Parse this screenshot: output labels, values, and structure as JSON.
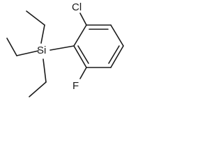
{
  "molecule": {
    "atoms": {
      "chlorine": "Cl",
      "silicon": "Si",
      "fluorine": "F"
    }
  },
  "colors": {
    "ink": "#1a1a1a",
    "background": "#ffffff"
  }
}
